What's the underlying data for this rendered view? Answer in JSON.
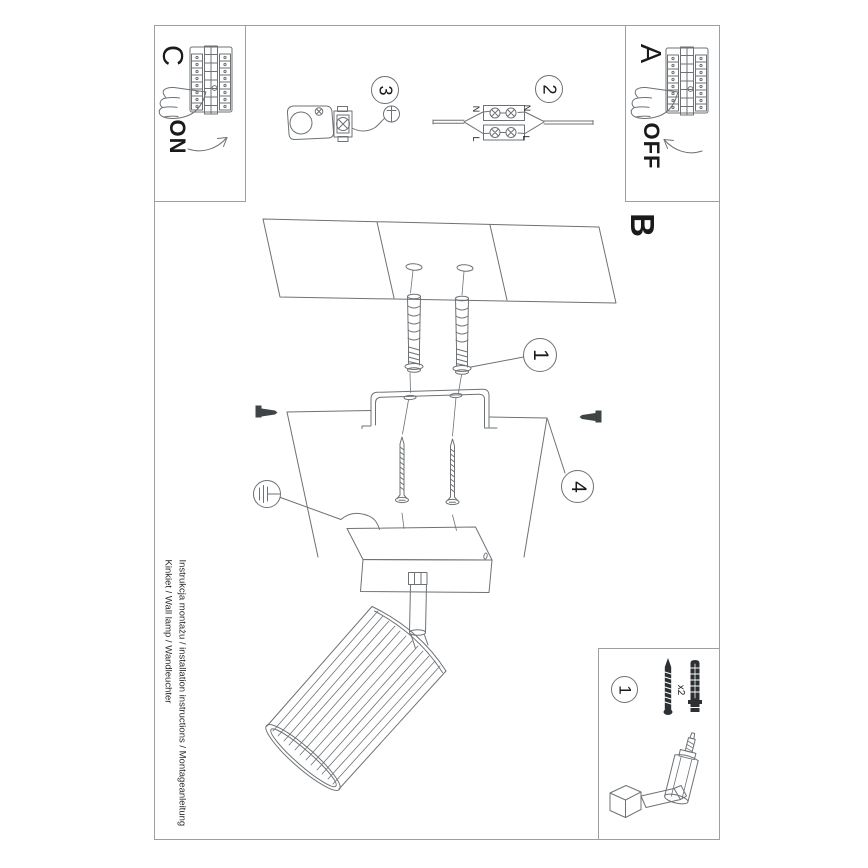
{
  "document": {
    "product_line1": "Instrukcja montażu / installation instructions / Montageanleitung",
    "product_line2": "Kinkiet / Wall lamp / Wandleuchter"
  },
  "sections": {
    "c": {
      "label": "C",
      "state": "ON"
    },
    "a": {
      "label": "A",
      "state": "OFF"
    },
    "b": {
      "label": "B"
    }
  },
  "steps": {
    "anchors": "1",
    "wiring": "2",
    "ground": "3",
    "bracket": "4",
    "parts": "1"
  },
  "wiring": {
    "left_n": "N",
    "left_l": "L",
    "right_n": "N",
    "right_l": "L"
  },
  "parts": {
    "quantity": "x2"
  },
  "icons": {
    "screwdriver": "flathead-screwdriver-icon",
    "hand": "pointing-hand-icon",
    "rotate_arrow": "rotate-arrow-icon",
    "breaker_panel": "circuit-breaker-panel-icon",
    "screw": "screw-icon",
    "wall_plug": "wall-plug-icon"
  },
  "colors": {
    "line": "#6d7276",
    "frame": "#9aa0a4",
    "text": "#1a1a1a",
    "dark_fill": "#2e3133",
    "background": "#ffffff"
  }
}
